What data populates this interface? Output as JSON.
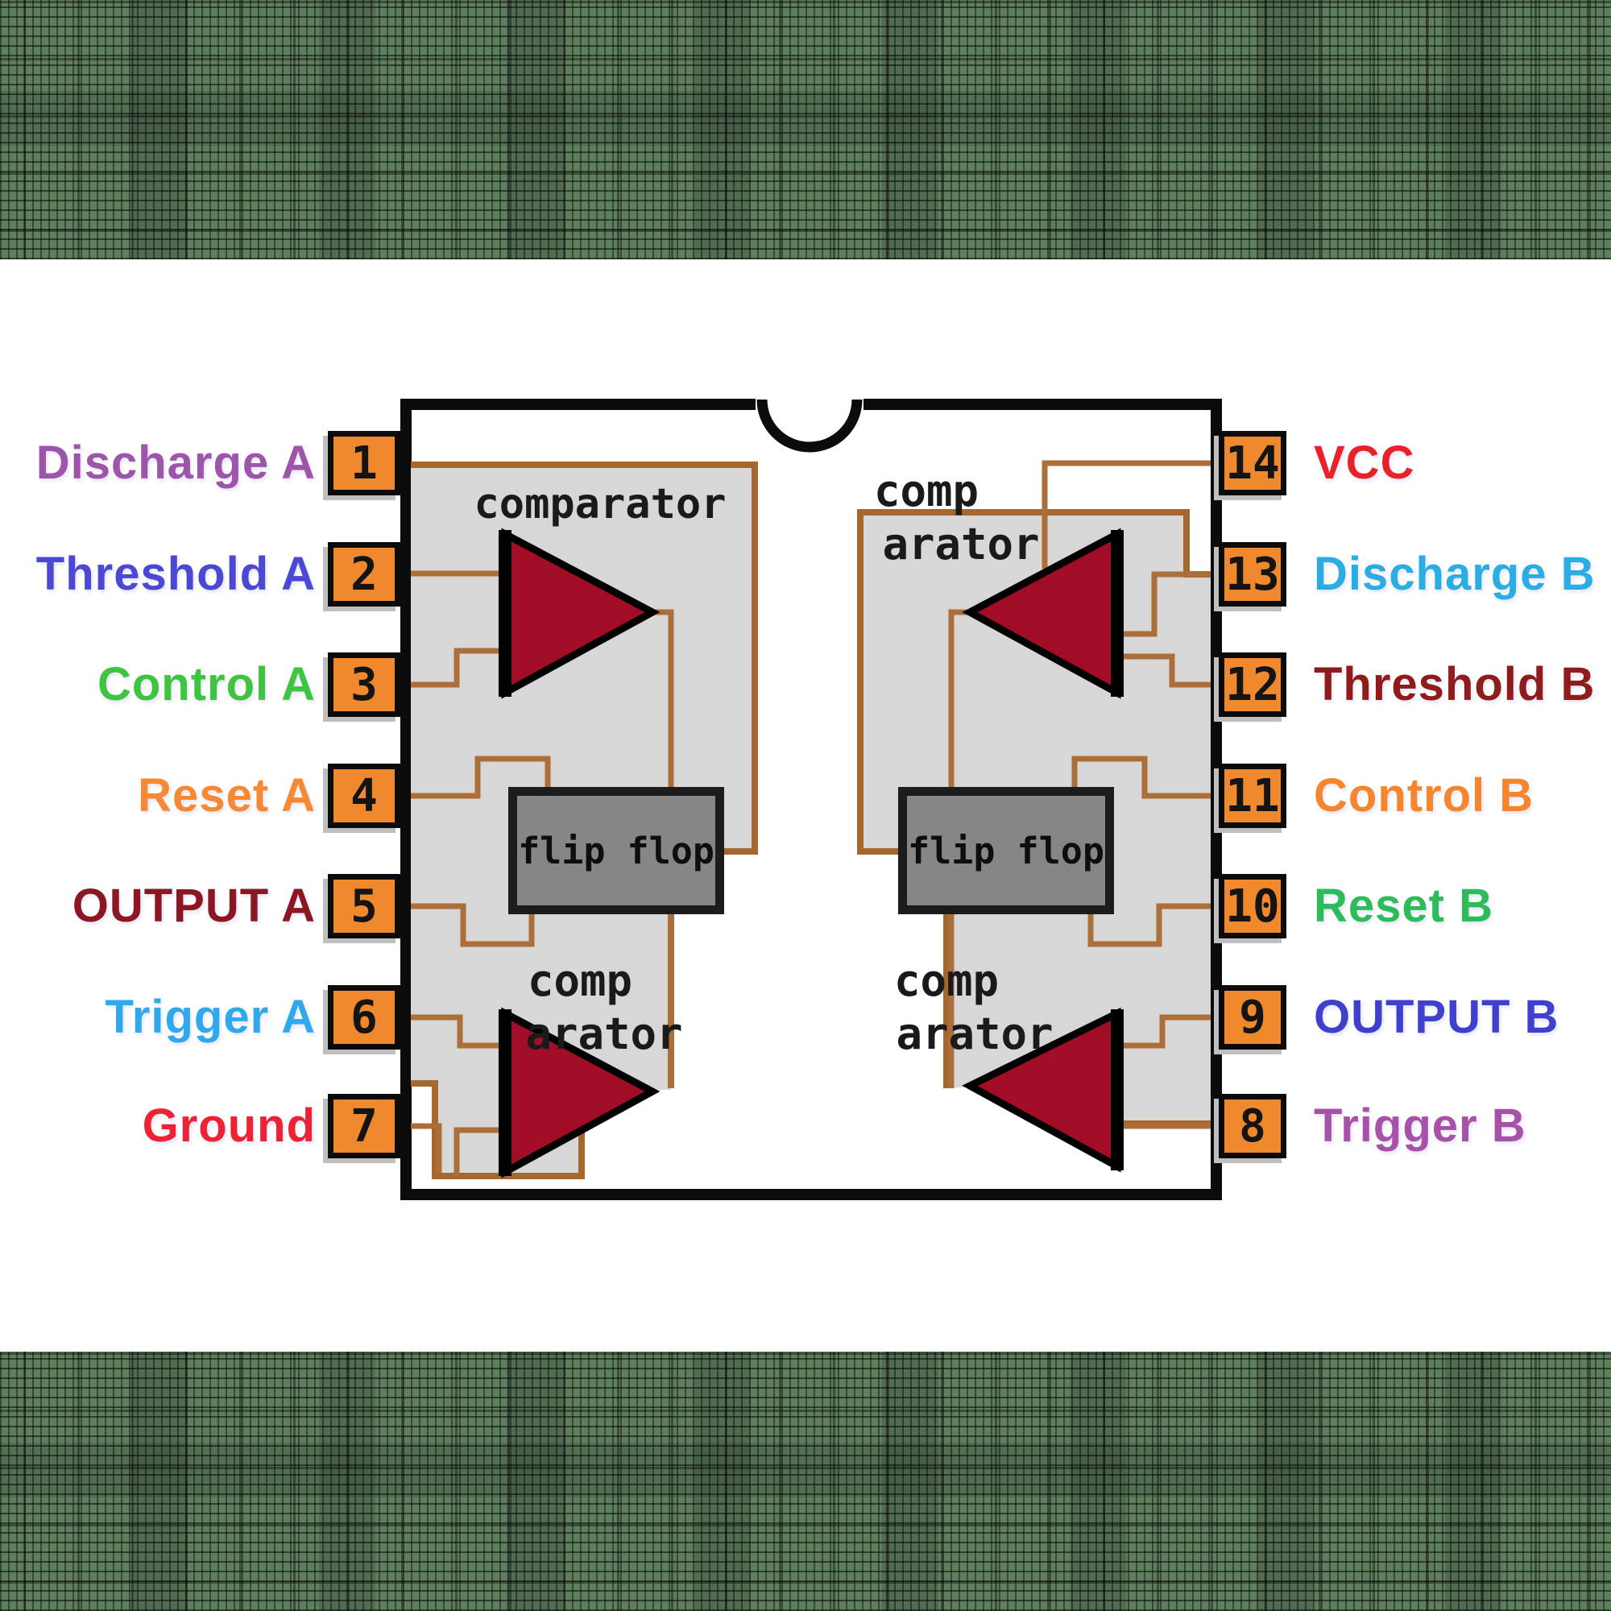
{
  "pins_left": [
    {
      "num": "1",
      "label": "Discharge A",
      "color": "#9C55A8"
    },
    {
      "num": "2",
      "label": "Threshold A",
      "color": "#4A48D4"
    },
    {
      "num": "3",
      "label": "Control A",
      "color": "#3FC43F"
    },
    {
      "num": "4",
      "label": "Reset A",
      "color": "#F68933"
    },
    {
      "num": "5",
      "label": "OUTPUT A",
      "color": "#8C1722"
    },
    {
      "num": "6",
      "label": "Trigger A",
      "color": "#2FA9EC"
    },
    {
      "num": "7",
      "label": "Ground",
      "color": "#EE2233"
    }
  ],
  "pins_right": [
    {
      "num": "14",
      "label": "VCC",
      "color": "#E8222B"
    },
    {
      "num": "13",
      "label": "Discharge B",
      "color": "#2BACE2"
    },
    {
      "num": "12",
      "label": "Threshold B",
      "color": "#8F1B1B"
    },
    {
      "num": "11",
      "label": "Control B",
      "color": "#F6862E"
    },
    {
      "num": "10",
      "label": "Reset B",
      "color": "#2EBC5A"
    },
    {
      "num": "9",
      "label": "OUTPUT B",
      "color": "#4040CF"
    },
    {
      "num": "8",
      "label": "Trigger B",
      "color": "#A851A8"
    }
  ],
  "blocks": {
    "comparator_full": "comparator",
    "comp_line1": "comp",
    "comp_line2": "arator",
    "flip_flop": "flip flop"
  },
  "colors": {
    "pin_box_orange": "#F0882D",
    "wire_brown": "#AC6F3A",
    "region_gray": "#D7D7D7",
    "comparator_red": "#A10D24",
    "band_green": "#5E7E5E",
    "ic_border_black": "#0b0b0b"
  }
}
